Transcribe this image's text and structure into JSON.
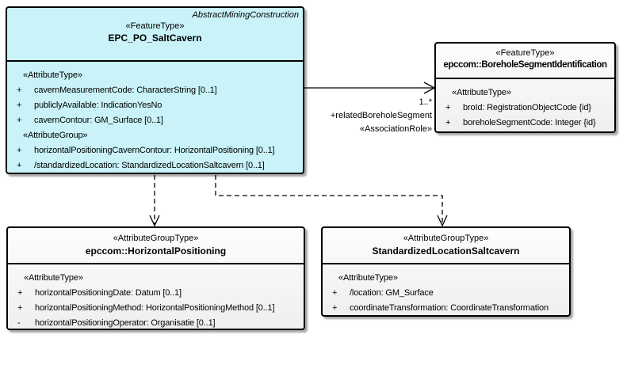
{
  "diagram": {
    "kind": "uml-class-diagram",
    "background_color": "#ffffff"
  },
  "colors": {
    "feature_fill": "#c9f3f8",
    "group_fill": "#f5f5f5",
    "border": "#000000",
    "text": "#000000"
  },
  "classes": [
    {
      "parent": "AbstractMiningConstruction",
      "stereotype": "«FeatureType»",
      "name_label": "EPC_PO_SaltCavern",
      "rows": [
        {
          "vis": "",
          "text": "«AttributeType»"
        },
        {
          "vis": "+",
          "text": "cavernMeasurementCode: CharacterString [0..1]"
        },
        {
          "vis": "+",
          "text": "publiclyAvailable: IndicationYesNo"
        },
        {
          "vis": "+",
          "text": "cavernContour: GM_Surface [0..1]"
        },
        {
          "vis": "",
          "text": "«AttributeGroup»"
        },
        {
          "vis": "+",
          "text": "horizontalPositioningCavernContour: HorizontalPositioning [0..1]"
        },
        {
          "vis": "+",
          "text": "/standardizedLocation: StandardizedLocationSaltcavern [0..1]"
        }
      ]
    },
    {
      "stereotype": "«FeatureType»",
      "name_label": "epccom::BoreholeSegmentIdentification",
      "rows": [
        {
          "vis": "",
          "text": "«AttributeType»"
        },
        {
          "vis": "+",
          "text": "broId: RegistrationObjectCode {id}"
        },
        {
          "vis": "+",
          "text": "boreholeSegmentCode: Integer {id}"
        }
      ]
    },
    {
      "stereotype": "«AttributeGroupType»",
      "name_label": "epccom::HorizontalPositioning",
      "rows": [
        {
          "vis": "",
          "text": "«AttributeType»"
        },
        {
          "vis": "+",
          "text": "horizontalPositioningDate: Datum [0..1]"
        },
        {
          "vis": "+",
          "text": "horizontalPositioningMethod: HorizontalPositioningMethod [0..1]"
        },
        {
          "vis": "-",
          "text": "horizontalPositioningOperator: Organisatie [0..1]"
        }
      ]
    },
    {
      "stereotype": "«AttributeGroupType»",
      "name_label": "StandardizedLocationSaltcavern",
      "rows": [
        {
          "vis": "",
          "text": "«AttributeType»"
        },
        {
          "vis": "+",
          "text": "/location: GM_Surface"
        },
        {
          "vis": "+",
          "text": "coordinateTransformation: CoordinateTransformation"
        }
      ]
    }
  ],
  "connectors": {
    "association": {
      "multiplicity": "1..*",
      "role": "+relatedBoreholeSegment",
      "stereotype": "«AssociationRole»"
    }
  }
}
